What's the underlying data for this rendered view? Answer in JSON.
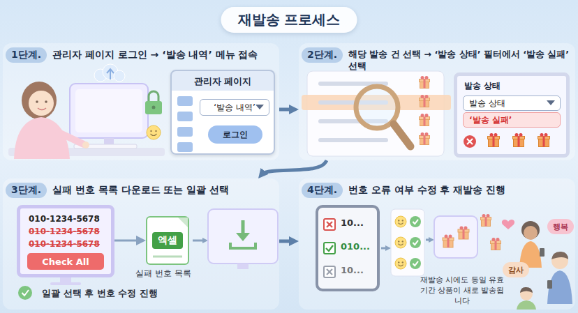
{
  "diagram": {
    "title": "재발송 프로세스",
    "nodes": [
      {
        "text": [
          "관리자 페이지 로그인 → ‘발송 내역’ 메뉴 접속"
        ]
      },
      {
        "text": [
          "1단계."
        ],
        "in": 0
      },
      {
        "text": [
          "관리자 페이지"
        ],
        "in": 0
      },
      {
        "text": [
          "‘발송 내역’"
        ],
        "in": 2
      },
      {
        "text": [
          "로그인"
        ],
        "in": 2
      },
      {
        "text": [
          "해당 발송 건 선택 → ‘발송 상태’ 필터에서 ‘발송 실패’ 선택"
        ]
      },
      {
        "text": [
          "2단계."
        ],
        "in": 5
      },
      {
        "text": [
          "발송 상태"
        ],
        "in": 5
      },
      {
        "text": [
          "발송 상태"
        ],
        "in": 7
      },
      {
        "text": [
          "‘발송 실패’"
        ],
        "in": 7
      },
      {
        "text": [
          "실패 번호 목록 다운로드 또는 일괄 선택"
        ]
      },
      {
        "text": [
          "3단계."
        ],
        "in": 10
      },
      {
        "text": [
          "010-1234-5678",
          "010-1234-5678",
          "010-1234-5678"
        ],
        "in": 10
      },
      {
        "text": [
          "Check All"
        ],
        "in": 12
      },
      {
        "text": [
          "엑셀"
        ],
        "in": 10
      },
      {
        "text": [
          "번호 오류 여부 수정 후 재발송 진행"
        ]
      },
      {
        "text": [
          "4단계."
        ],
        "in": 15
      },
      {
        "text": [
          "10...",
          "010...",
          "10..."
        ],
        "in": 15
      },
      {
        "text": [
          "행복"
        ],
        "in": 15
      },
      {
        "text": [
          "감사"
        ],
        "in": 15
      }
    ],
    "edges": [
      {
        "from": 0,
        "to": 5,
        "arrow": "to"
      },
      {
        "from": 5,
        "to": 10,
        "arrow": "to"
      },
      {
        "from": 10,
        "to": 15,
        "arrow": "to"
      },
      {
        "from": 12,
        "to": 14,
        "arrow": "to"
      }
    ],
    "labels": [
      "실패 번호 목록",
      "일괄 선택 후 번호 수정 진행",
      "재발송 시에도 동일 유효기간 상품이 새로 발송됩니다"
    ]
  }
}
